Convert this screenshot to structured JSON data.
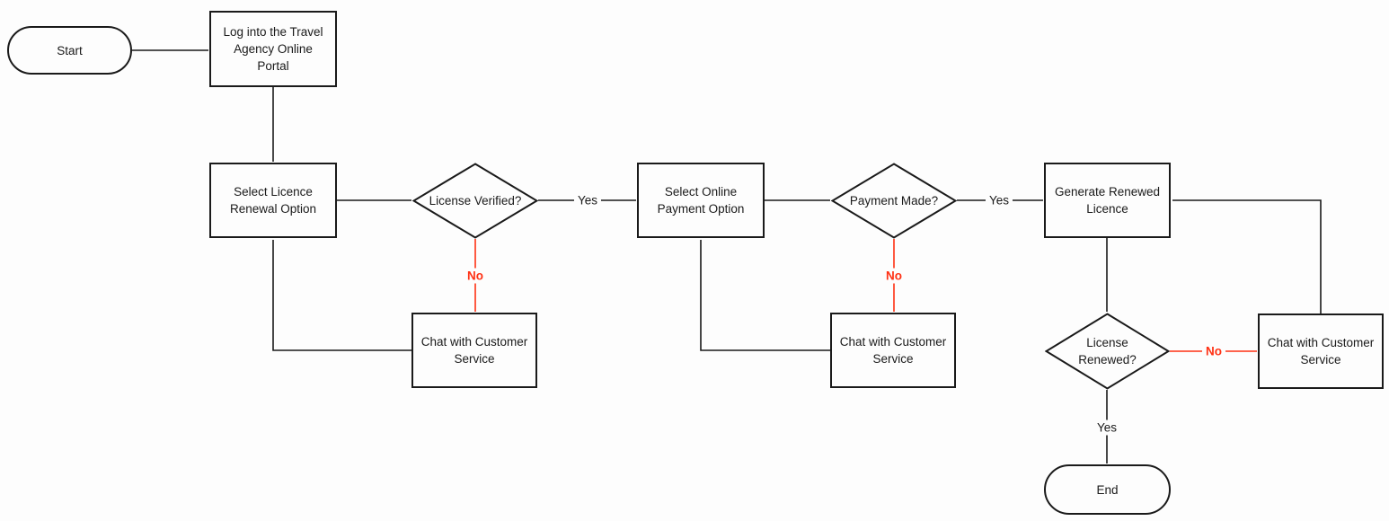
{
  "diagram": {
    "type": "flowchart",
    "colors": {
      "background": "#fdfdfd",
      "line": "#1a1a1a",
      "text": "#1a1a1a",
      "negative_branch": "#ff3114"
    },
    "nodes": {
      "start": {
        "type": "terminator",
        "label": "Start"
      },
      "login": {
        "type": "process",
        "label": "Log into the Travel Agency Online Portal"
      },
      "select_licence": {
        "type": "process",
        "label": "Select Licence Renewal Option"
      },
      "license_verified": {
        "type": "decision",
        "label": "License Verified?"
      },
      "chat_service_1": {
        "type": "process",
        "label": "Chat with Customer Service"
      },
      "select_payment": {
        "type": "process",
        "label": "Select Online Payment Option"
      },
      "payment_made": {
        "type": "decision",
        "label": "Payment Made?"
      },
      "chat_service_2": {
        "type": "process",
        "label": "Chat with Customer Service"
      },
      "generate_licence": {
        "type": "process",
        "label": "Generate Renewed Licence"
      },
      "license_renewed": {
        "type": "decision",
        "label": "License Renewed?"
      },
      "chat_service_3": {
        "type": "process",
        "label": "Chat with Customer Service"
      },
      "end": {
        "type": "terminator",
        "label": "End"
      }
    },
    "edge_labels": {
      "license_verified_yes": "Yes",
      "license_verified_no": "No",
      "payment_made_yes": "Yes",
      "payment_made_no": "No",
      "license_renewed_yes": "Yes",
      "license_renewed_no": "No"
    }
  }
}
